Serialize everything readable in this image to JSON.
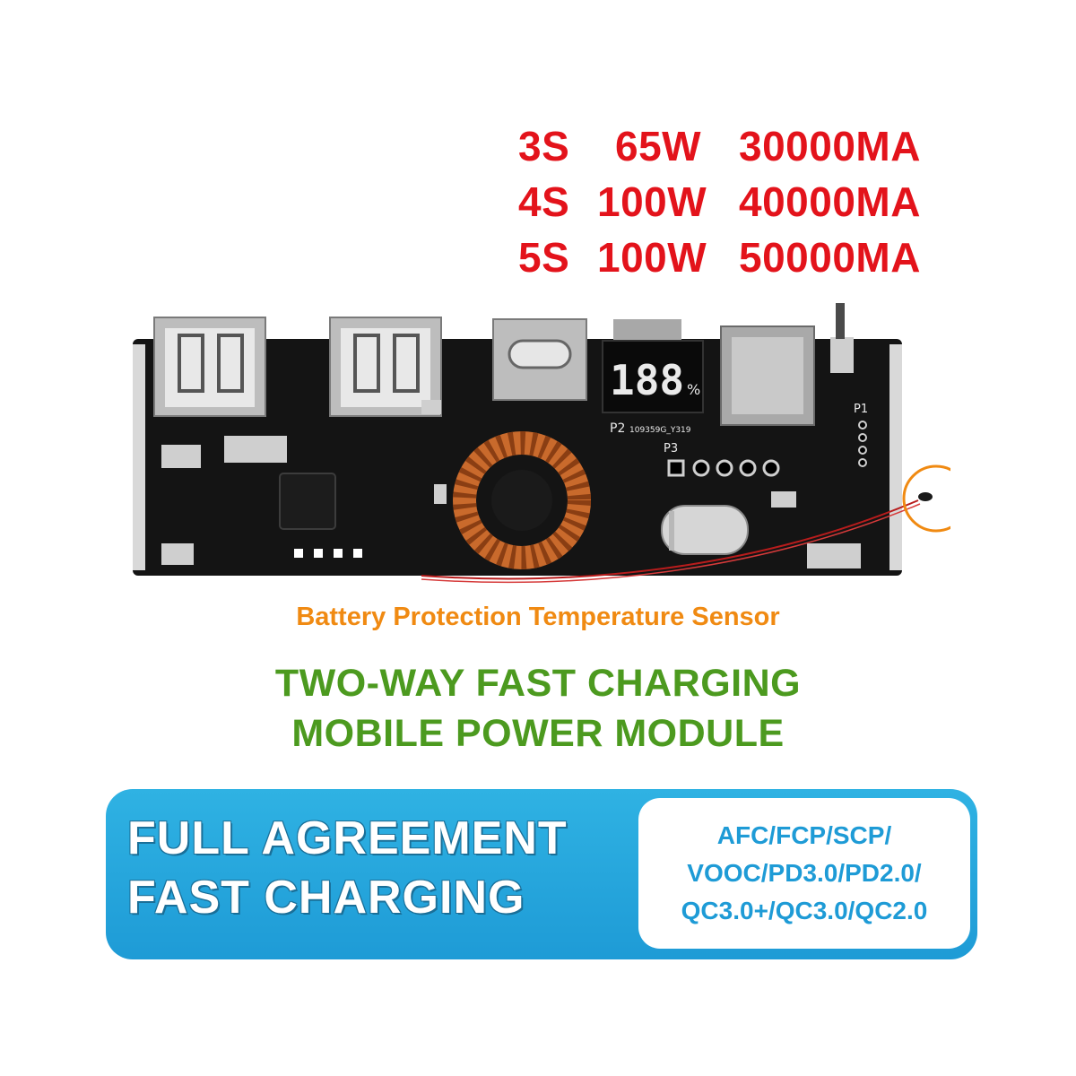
{
  "specs": [
    {
      "cells": "3S",
      "power": "65W",
      "capacity": "30000MA"
    },
    {
      "cells": "4S",
      "power": "100W",
      "capacity": "40000MA"
    },
    {
      "cells": "5S",
      "power": "100W",
      "capacity": "50000MA"
    }
  ],
  "board": {
    "display_digits": "188",
    "display_percent": "%",
    "silk_p1": "P1",
    "silk_p2": "P2",
    "silk_p3": "P3",
    "silk_code": "109359G_Y319"
  },
  "sensor_label": "Battery Protection Temperature Sensor",
  "title": {
    "line1": "TWO-WAY FAST CHARGING",
    "line2": "MOBILE POWER MODULE"
  },
  "banner": {
    "line1": "FULL AGREEMENT",
    "line2": "FAST CHARGING",
    "protocols": [
      "AFC/FCP/SCP/",
      "VOOC/PD3.0/PD2.0/",
      "QC3.0+/QC3.0/QC2.0"
    ]
  },
  "colors": {
    "spec_red": "#e3131b",
    "sensor_orange": "#f08a12",
    "title_green": "#4c9a1f",
    "banner_blue": "#1e9bd6"
  }
}
